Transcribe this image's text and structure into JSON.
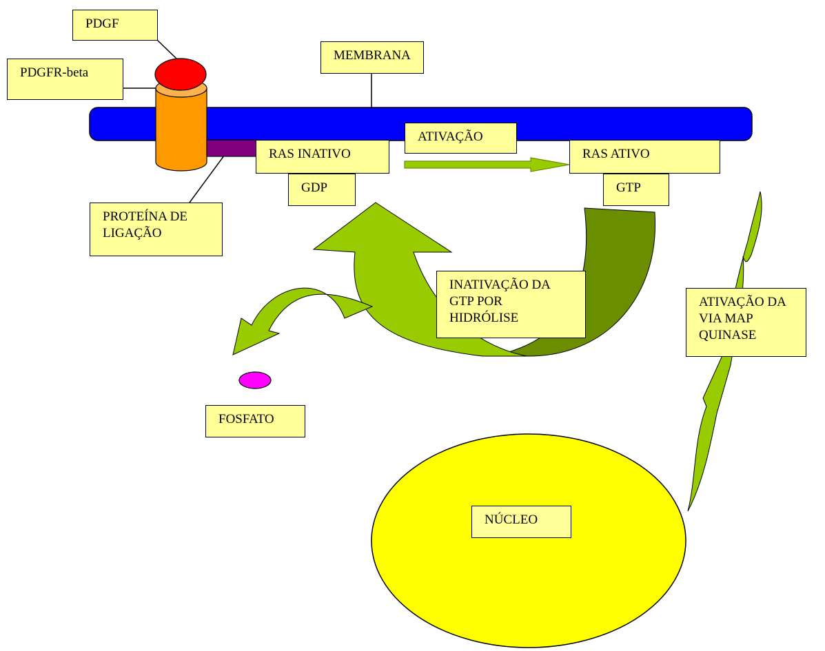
{
  "labels": {
    "pdgf": "PDGF",
    "pdgfr": "PDGFR-beta",
    "membrana": "MEMBRANA",
    "ativacao": "ATIVAÇÃO",
    "ras_inativo": "RAS INATIVO",
    "gdp": "GDP",
    "ras_ativo": "RAS ATIVO",
    "gtp": "GTP",
    "proteina": "PROTEÍNA DE\nLIGAÇÃO",
    "inativacao": "INATIVAÇÃO DA\nGTP POR\nHIDRÓLISE",
    "map": "ATIVAÇÃO DA\nVIA MAP\nQUINASE",
    "fosfato": "FOSFATO",
    "nucleo": "NÚCLEO"
  },
  "colors": {
    "membrane": "#0000ff",
    "receptor": "#ff9900",
    "receptor_top": "#ffb34d",
    "ligand": "#ff0000",
    "binding_protein": "#800080",
    "arrow_light": "#99cc00",
    "arrow_dark": "#6b8e00",
    "phosphate": "#ff00ff",
    "nucleus": "#ffff00",
    "label_fill": "#ffff99"
  }
}
